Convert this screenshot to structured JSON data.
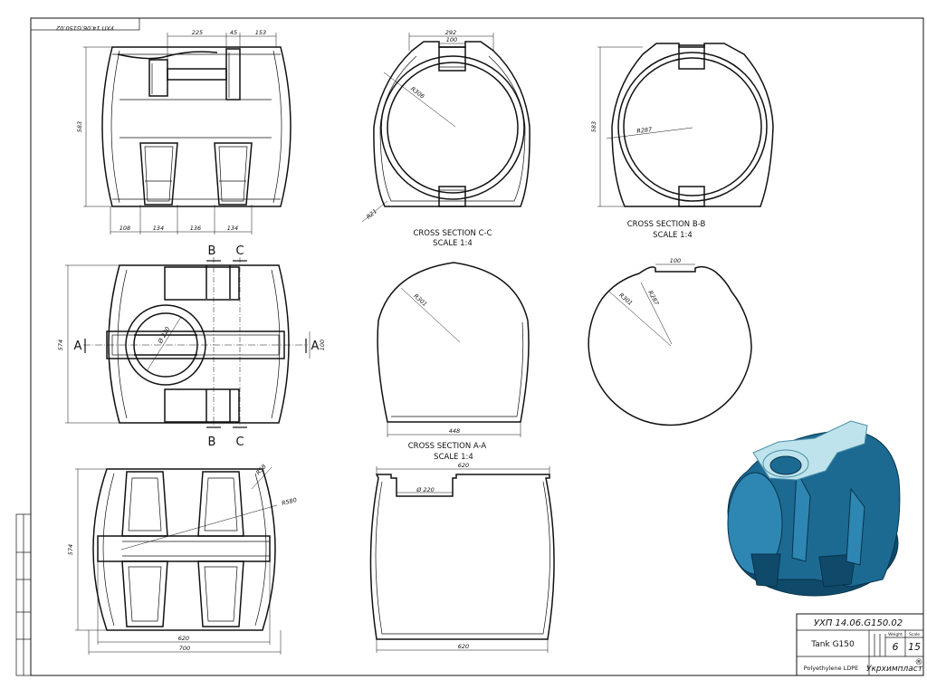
{
  "sheet": {
    "doc_code_rotated": "УХП 14.06.G150.02"
  },
  "views": {
    "front": {
      "dims": {
        "top_225": "225",
        "top_45": "45",
        "top_153": "153",
        "height_583": "583",
        "b_108": "108",
        "b_134a": "134",
        "b_136": "136",
        "b_134b": "134"
      }
    },
    "plan": {
      "dims": {
        "height_574": "574",
        "dia_220": "Ø 220",
        "w_100": "100"
      },
      "markers": {
        "b_top": "B",
        "c_top": "C",
        "a_left": "A",
        "a_right": "A",
        "b_bottom": "B",
        "c_bottom": "C"
      }
    },
    "bottom": {
      "dims": {
        "height_574": "574",
        "r_580": "R580",
        "r_58": "R58",
        "w_620": "620",
        "w_700": "700"
      }
    }
  },
  "sections": {
    "c_c": {
      "title": "CROSS SECTION C-C",
      "scale": "SCALE 1:4",
      "dims": {
        "w_292": "292",
        "w_100": "100",
        "r_306": "R306",
        "r_21": "R21"
      }
    },
    "b_b": {
      "title": "CROSS SECTION B-B",
      "scale": "SCALE 1:4",
      "dims": {
        "h_583": "583",
        "r_287": "R287"
      }
    },
    "c_c_outline": {
      "dims": {
        "r_301": "R301",
        "w_448": "448"
      }
    },
    "b_b_outline": {
      "dims": {
        "w_100": "100",
        "r_301": "R301",
        "r_287": "R287"
      }
    },
    "a_a": {
      "title": "CROSS SECTION A-A",
      "scale": "SCALE 1:4",
      "dims": {
        "w_620_top": "620",
        "dia_220": "Ø 220",
        "w_620_bottom": "620"
      }
    }
  },
  "colors": {
    "tank_body": "#1c6a92",
    "tank_dark": "#0f4a6a",
    "tank_light": "#2e86b3",
    "tank_top": "#bfe3ec"
  },
  "title_block": {
    "doc_code": "УХП 14.06.G150.02",
    "col_weight": "Weight",
    "col_scale": "Scale",
    "name": "Tank G150",
    "weight": "6",
    "scale": "15",
    "material": "Polyethylene LDPE",
    "company": "Укрхимпласт",
    "registered": "®"
  }
}
